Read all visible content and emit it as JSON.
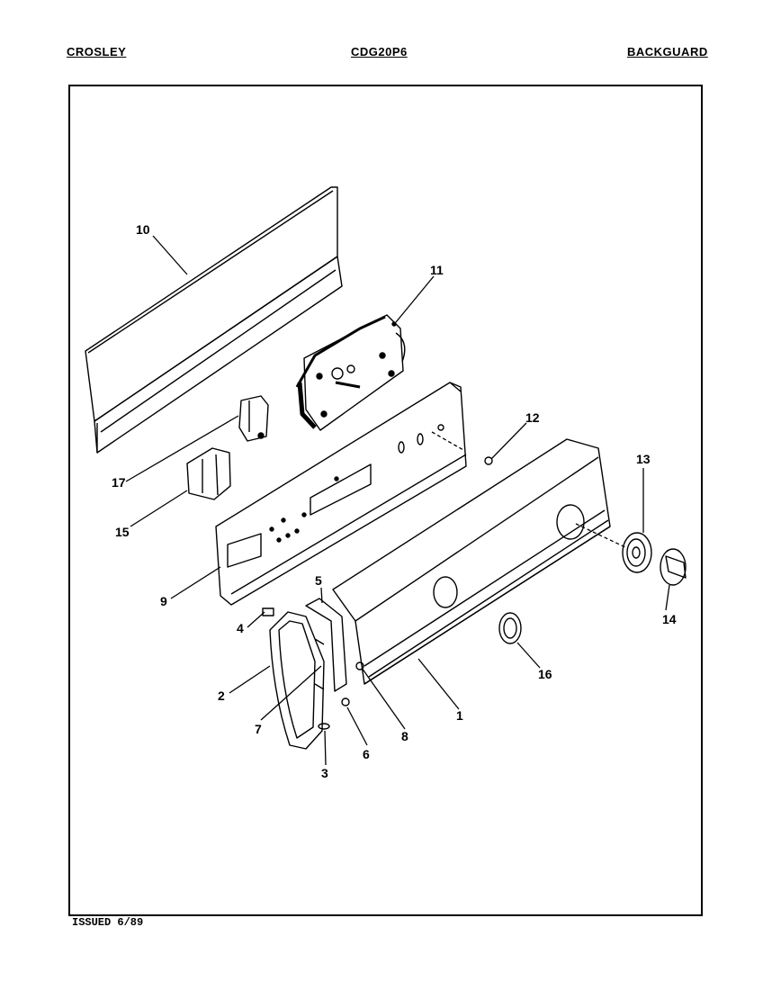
{
  "header": {
    "brand": "CROSLEY",
    "model": "CDG20P6",
    "section": "BACKGUARD"
  },
  "footer": {
    "issued": "ISSUED 6/89"
  },
  "callouts": [
    "1",
    "2",
    "3",
    "4",
    "5",
    "6",
    "7",
    "8",
    "9",
    "10",
    "11",
    "12",
    "13",
    "14",
    "15",
    "16",
    "17"
  ]
}
